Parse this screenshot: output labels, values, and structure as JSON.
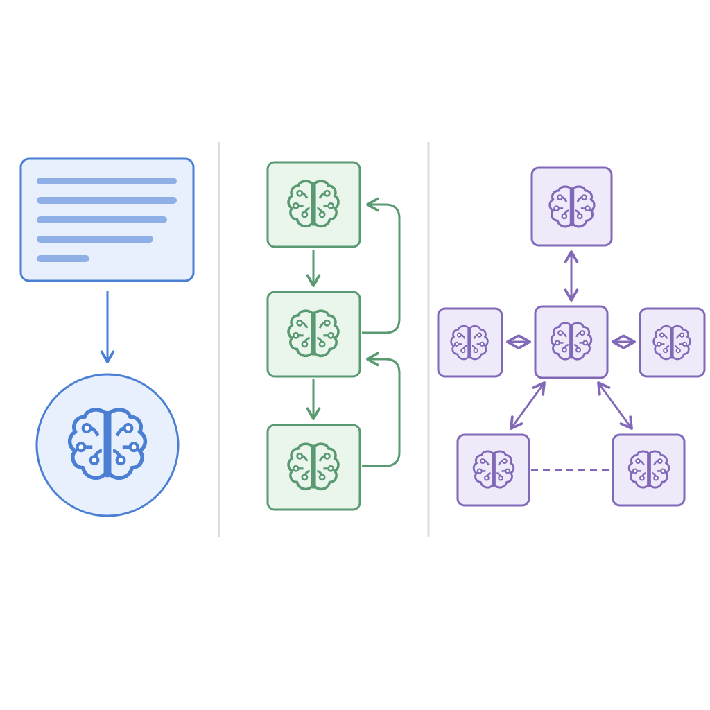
{
  "colors": {
    "background": "#ffffff",
    "divider": "#dcdcdc",
    "blue_stroke": "#4a7fd4",
    "blue_fill": "#e9f0fd",
    "blue_text_line": "#8fb0e6",
    "green_stroke": "#5a9a72",
    "green_fill": "#eaf6ec",
    "purple_stroke": "#8268b8",
    "purple_fill": "#eeeafa"
  },
  "panels": [
    {
      "id": "single-agent",
      "icons": [
        "document-icon",
        "brain-icon"
      ],
      "document_lines": 5
    },
    {
      "id": "sequential-agents",
      "agent_count": 3,
      "icons": [
        "brain-icon"
      ],
      "feedback_loops": 2
    },
    {
      "id": "agent-network",
      "agent_count": 6,
      "icons": [
        "brain-icon"
      ],
      "links": [
        "bidirectional",
        "bidirectional",
        "bidirectional",
        "bidirectional",
        "bidirectional",
        "dashed"
      ]
    }
  ]
}
